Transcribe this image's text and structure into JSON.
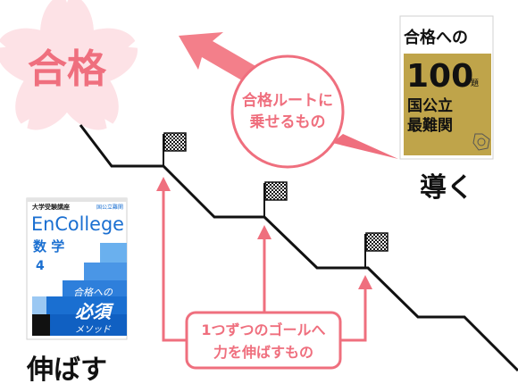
{
  "goal_label": "合格",
  "bubble": {
    "line1": "合格ルートに",
    "line2": "乗せるもの"
  },
  "bottom_box": {
    "line1": "1つずつのゴールへ",
    "line2": "力を伸ばすもの"
  },
  "left_caption": "伸ばす",
  "right_caption": "導く",
  "left_book": {
    "series": "大学受験講座",
    "tag": "国公立難関",
    "brand": "EnCollege",
    "subject": "数 学",
    "volume": "4",
    "title1": "合格への",
    "title2": "必須",
    "title3": "メソッド"
  },
  "right_book": {
    "title1": "合格への",
    "number": "100",
    "counter": "題",
    "line2": "国公立",
    "line3": "最難関"
  },
  "colors": {
    "accent_pink": "#ef6f7e",
    "sakura": "#fde2e6",
    "book_blue": "#1a6fd1",
    "book_gold": "#bfa44a"
  },
  "icons": {
    "checkpoint": "checkered-flag-icon",
    "goal_decoration": "cherry-blossom-icon"
  }
}
